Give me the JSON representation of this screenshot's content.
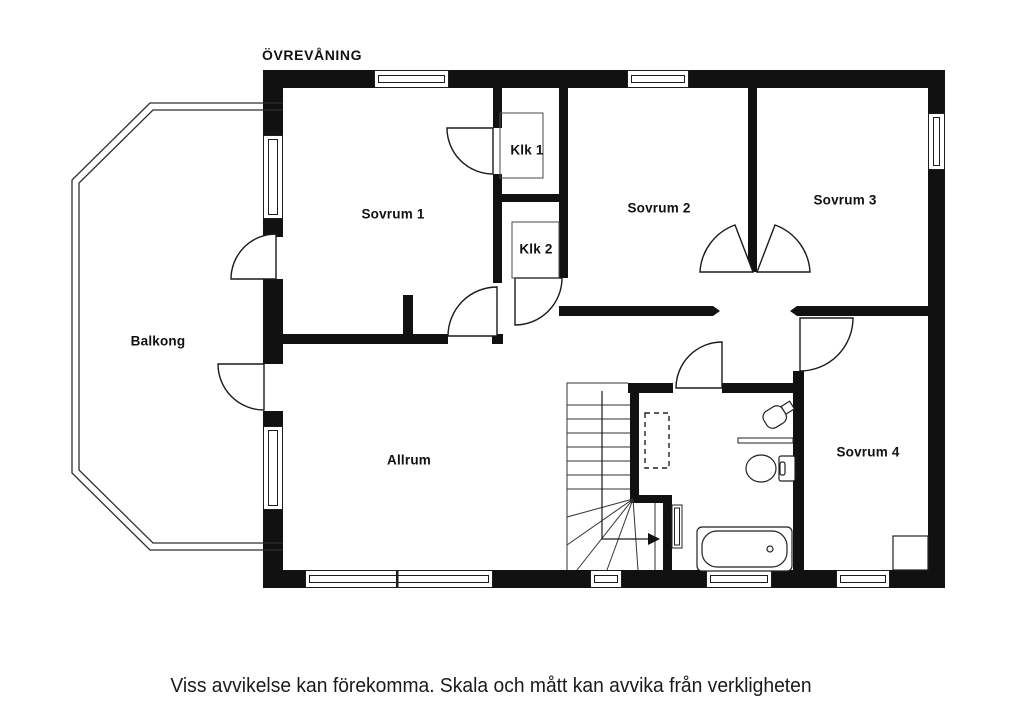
{
  "title": "ÖVREVÅNING",
  "rooms": {
    "sovrum1": "Sovrum 1",
    "klk1": "Klk 1",
    "klk2": "Klk 2",
    "sovrum2": "Sovrum 2",
    "sovrum3": "Sovrum 3",
    "sovrum4": "Sovrum 4",
    "balkong": "Balkong",
    "allrum": "Allrum"
  },
  "footer": {
    "disclaimer": "Viss avvikelse kan förekomma. Skala och mått kan avvika från verkligheten"
  },
  "colors": {
    "wall": "#111111",
    "line": "#1a1a1a",
    "background": "#ffffff"
  },
  "fixtures": [
    "stairs",
    "bathtub",
    "toilet",
    "sink",
    "towel-rail",
    "radiator",
    "washer-space",
    "wardrobe",
    "closet",
    "balcony-railing"
  ]
}
